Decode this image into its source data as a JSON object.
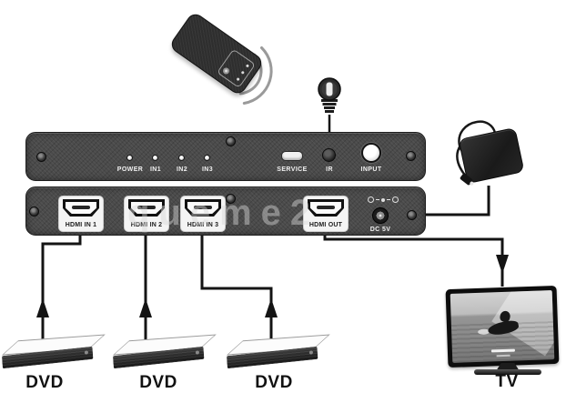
{
  "front_panel": {
    "leds": [
      {
        "label": "POWER"
      },
      {
        "label": "IN1"
      },
      {
        "label": "IN2"
      },
      {
        "label": "IN3"
      }
    ],
    "service_label": "SERVICE",
    "ir_label": "IR",
    "input_label": "INPUT"
  },
  "rear_panel": {
    "ports": [
      {
        "label": "HDMI IN 1"
      },
      {
        "label": "HDMI IN 2"
      },
      {
        "label": "HDMI IN 3"
      },
      {
        "label": "HDMI OUT"
      }
    ],
    "dc_label": "DC 5V"
  },
  "sources": [
    {
      "label": "DVD"
    },
    {
      "label": "DVD"
    },
    {
      "label": "DVD"
    }
  ],
  "display": {
    "label": "TV"
  },
  "watermark": "queme2",
  "colors": {
    "panel": "#4a4a4a",
    "line": "#141414",
    "plate": "#f4f4f4",
    "wave": "#9a9a9a",
    "background": "#ffffff"
  }
}
